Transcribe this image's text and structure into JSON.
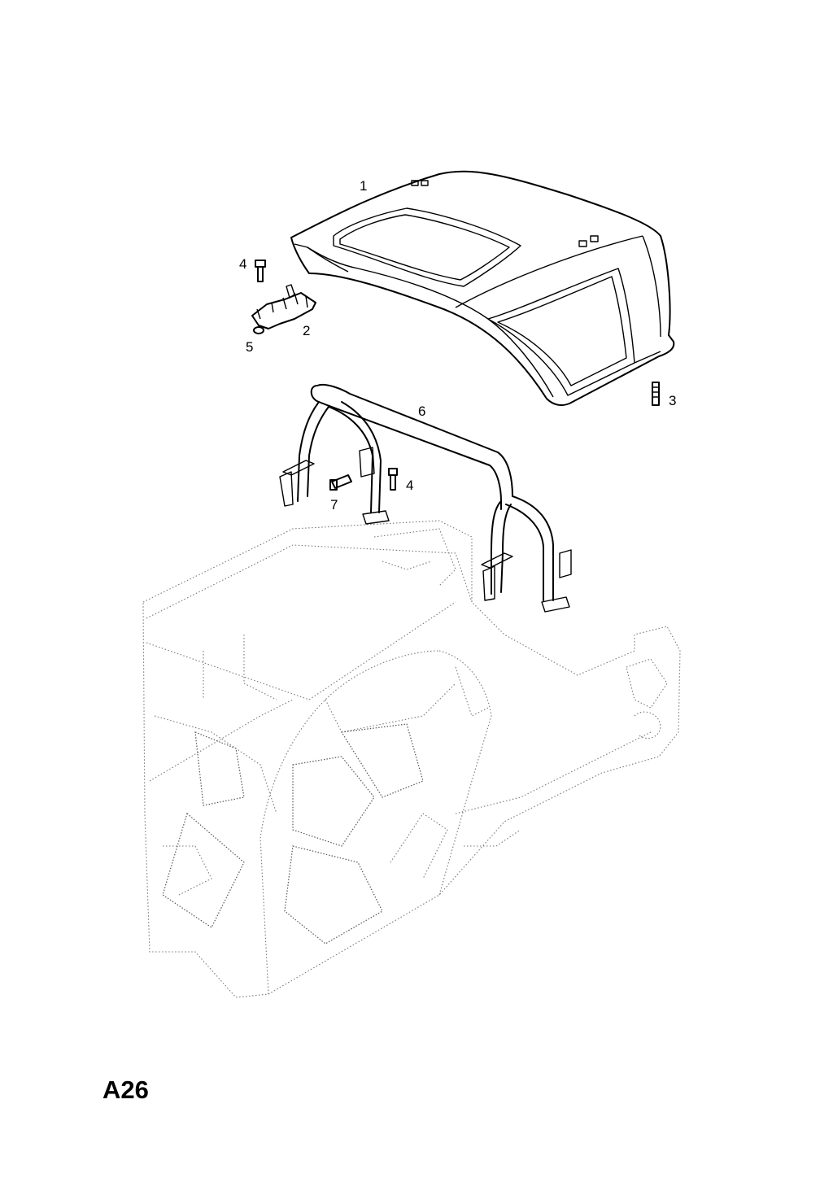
{
  "diagram": {
    "callouts": [
      {
        "id": "1",
        "label": "1"
      },
      {
        "id": "2",
        "label": "2"
      },
      {
        "id": "3",
        "label": "3"
      },
      {
        "id": "4a",
        "label": "4"
      },
      {
        "id": "4b",
        "label": "4"
      },
      {
        "id": "5",
        "label": "5"
      },
      {
        "id": "6",
        "label": "6"
      },
      {
        "id": "7",
        "label": "7"
      }
    ],
    "page_code": "A26"
  }
}
